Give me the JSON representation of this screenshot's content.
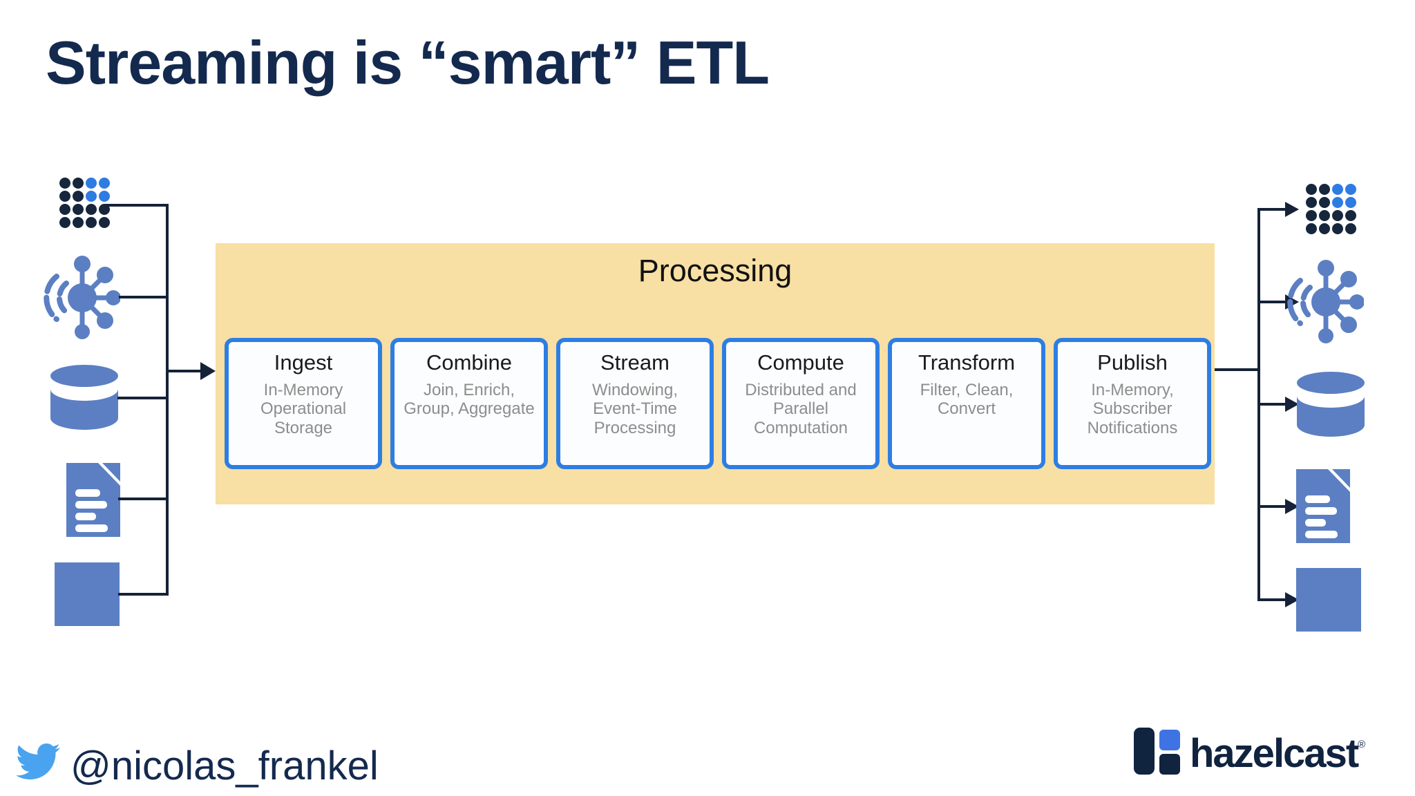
{
  "title": "Streaming is “smart” ETL",
  "processing": {
    "label": "Processing",
    "cards": [
      {
        "title": "Ingest",
        "subtitle": "In-Memory Operational Storage"
      },
      {
        "title": "Combine",
        "subtitle": "Join, Enrich, Group, Aggregate"
      },
      {
        "title": "Stream",
        "subtitle": "Windowing, Event-Time Processing"
      },
      {
        "title": "Compute",
        "subtitle": "Distributed and Parallel Computation"
      },
      {
        "title": "Transform",
        "subtitle": "Filter, Clean, Convert"
      },
      {
        "title": "Publish",
        "subtitle": "In-Memory, Subscriber Notifications"
      }
    ]
  },
  "icons": {
    "dot_grid": {
      "rows": [
        "ddbb",
        "ddbb",
        "dddd",
        "dddd"
      ]
    },
    "sources": [
      "data-grid-icon",
      "iot-hub-icon",
      "database-icon",
      "document-icon",
      "application-square-icon"
    ],
    "sinks": [
      "data-grid-icon",
      "iot-hub-icon",
      "database-icon",
      "document-icon",
      "application-square-icon"
    ]
  },
  "footer": {
    "twitter_handle": "@nicolas_frankel",
    "twitter_icon": "twitter-bird-icon",
    "logo_text": "hazelcast",
    "logo_trademark": "®"
  },
  "colors": {
    "navy_text": "#14294e",
    "line": "#152238",
    "icon_blue": "#5b7fc2",
    "bright_blue": "#2e7ce2",
    "dot_dark": "#16263c",
    "panel_tan": "#f8dfa3",
    "card_bg": "#fcfdfe",
    "card_border": "#2d7ee3",
    "card_title": "#1a1a1a",
    "card_subtitle": "#8d8d8d",
    "twitter_blue": "#4aa3ee",
    "hazelcast_navy": "#10233f",
    "hazelcast_blue": "#3f73e3"
  }
}
